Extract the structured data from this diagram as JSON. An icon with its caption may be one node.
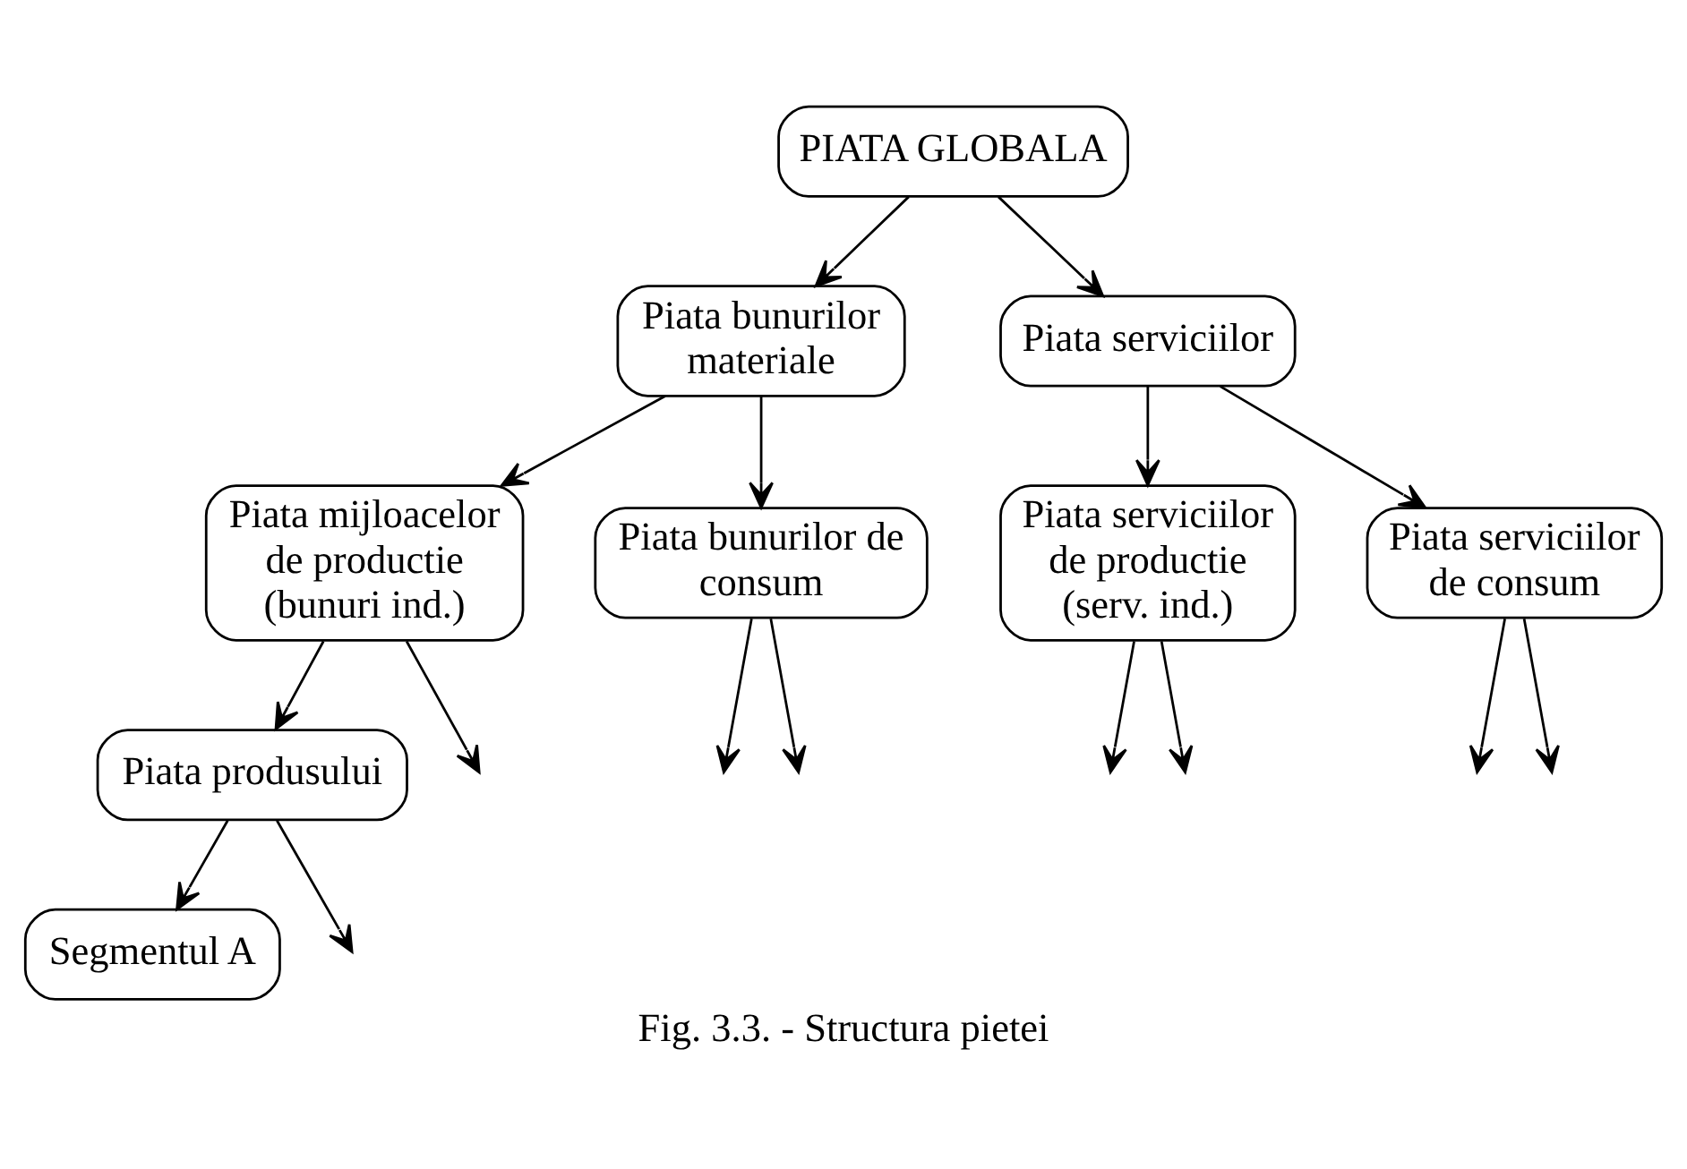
{
  "diagram": {
    "caption": "Fig. 3.3. - Structura pietei",
    "nodes": [
      {
        "text": [
          "PIATA GLOBALA"
        ]
      },
      {
        "text": [
          "Piata bunurilor materiale"
        ]
      },
      {
        "text": [
          "Piata serviciilor"
        ]
      },
      {
        "text": [
          "Piata mijloacelor de productie (bunuri ind.)"
        ]
      },
      {
        "text": [
          "Piata bunurilor de consum"
        ]
      },
      {
        "text": [
          "Piata serviciilor de productie (serv. ind.)"
        ]
      },
      {
        "text": [
          "Piata serviciilor de consum"
        ]
      },
      {
        "text": [
          "Piata produsului"
        ]
      },
      {
        "text": [
          "Segmentul A"
        ]
      }
    ],
    "edges": [
      {
        "from": 0,
        "to": 1,
        "arrow": "to"
      },
      {
        "from": 0,
        "to": 2,
        "arrow": "to"
      },
      {
        "from": 1,
        "to": 3,
        "arrow": "to"
      },
      {
        "from": 1,
        "to": 4,
        "arrow": "to"
      },
      {
        "from": 2,
        "to": 5,
        "arrow": "to"
      },
      {
        "from": 2,
        "to": 6,
        "arrow": "to"
      },
      {
        "from": 3,
        "to": 7,
        "arrow": "to"
      },
      {
        "from": 3,
        "to": null,
        "arrow": "to"
      },
      {
        "from": 4,
        "to": null,
        "arrow": "to"
      },
      {
        "from": 4,
        "to": null,
        "arrow": "to"
      },
      {
        "from": 5,
        "to": null,
        "arrow": "to"
      },
      {
        "from": 5,
        "to": null,
        "arrow": "to"
      },
      {
        "from": 6,
        "to": null,
        "arrow": "to"
      },
      {
        "from": 6,
        "to": null,
        "arrow": "to"
      },
      {
        "from": 7,
        "to": 8,
        "arrow": "to"
      },
      {
        "from": 7,
        "to": null,
        "arrow": "to"
      }
    ]
  }
}
